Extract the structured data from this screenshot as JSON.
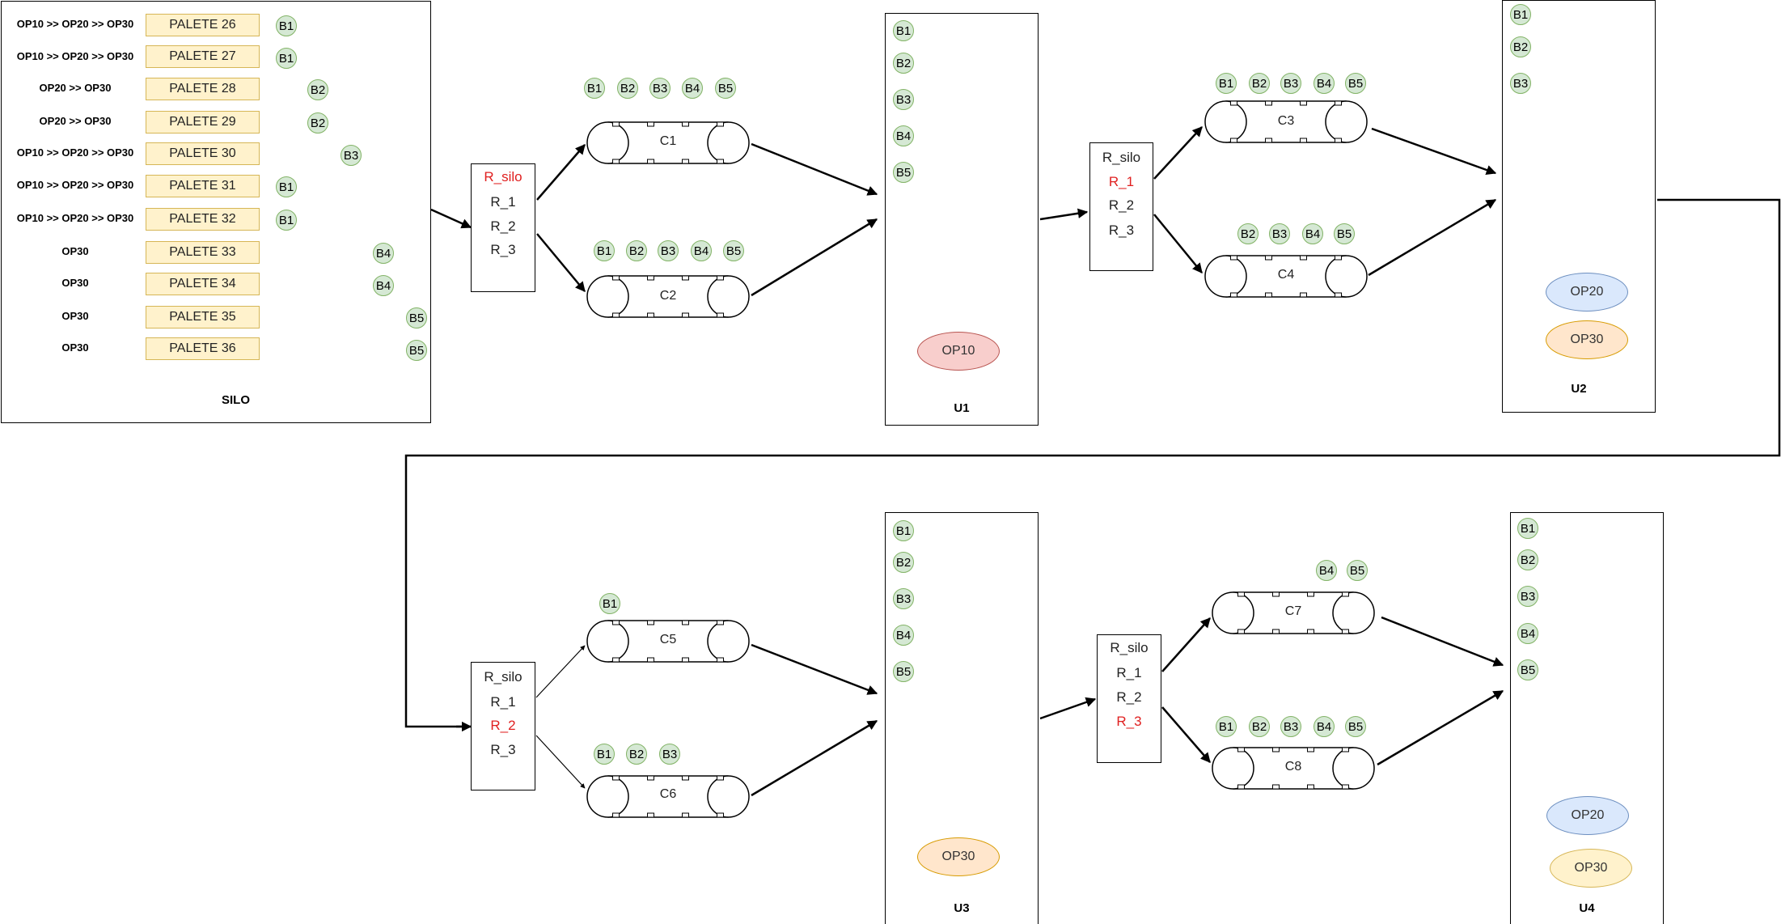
{
  "silo": {
    "title": "SILO",
    "rows": [
      {
        "sequence": "OP10 >> OP20 >> OP30",
        "palette": "PALETE 26",
        "buffer": "B1"
      },
      {
        "sequence": "OP10 >> OP20 >> OP30",
        "palette": "PALETE 27",
        "buffer": "B1"
      },
      {
        "sequence": "OP20 >> OP30",
        "palette": "PALETE 28",
        "buffer": "B2"
      },
      {
        "sequence": "OP20 >> OP30",
        "palette": "PALETE 29",
        "buffer": "B2"
      },
      {
        "sequence": "OP10 >> OP20 >> OP30",
        "palette": "PALETE 30",
        "buffer": "B3"
      },
      {
        "sequence": "OP10 >> OP20 >> OP30",
        "palette": "PALETE 31",
        "buffer": "B1"
      },
      {
        "sequence": "OP10 >> OP20 >> OP30",
        "palette": "PALETE 32",
        "buffer": "B1"
      },
      {
        "sequence": "OP30",
        "palette": "PALETE 33",
        "buffer": "B4"
      },
      {
        "sequence": "OP30",
        "palette": "PALETE 34",
        "buffer": "B4"
      },
      {
        "sequence": "OP30",
        "palette": "PALETE 35",
        "buffer": "B5"
      },
      {
        "sequence": "OP30",
        "palette": "PALETE 36",
        "buffer": "B5"
      }
    ]
  },
  "routers": [
    {
      "items": [
        "R_silo",
        "R_1",
        "R_2",
        "R_3"
      ],
      "active": "R_silo"
    },
    {
      "items": [
        "R_silo",
        "R_1",
        "R_2",
        "R_3"
      ],
      "active": "R_1"
    },
    {
      "items": [
        "R_silo",
        "R_1",
        "R_2",
        "R_3"
      ],
      "active": "R_2"
    },
    {
      "items": [
        "R_silo",
        "R_1",
        "R_2",
        "R_3"
      ],
      "active": "R_3"
    }
  ],
  "conveyors": [
    {
      "label": "C1",
      "buffers": [
        "B1",
        "B2",
        "B3",
        "B4",
        "B5"
      ]
    },
    {
      "label": "C2",
      "buffers": [
        "B1",
        "B2",
        "B3",
        "B4",
        "B5"
      ]
    },
    {
      "label": "C3",
      "buffers": [
        "B1",
        "B2",
        "B3",
        "B4",
        "B5"
      ]
    },
    {
      "label": "C4",
      "buffers": [
        "B2",
        "B3",
        "B4",
        "B5"
      ]
    },
    {
      "label": "C5",
      "buffers": [
        "B1"
      ]
    },
    {
      "label": "C6",
      "buffers": [
        "B1",
        "B2",
        "B3"
      ]
    },
    {
      "label": "C7",
      "buffers": [
        "B4",
        "B5"
      ]
    },
    {
      "label": "C8",
      "buffers": [
        "B1",
        "B2",
        "B3",
        "B4",
        "B5"
      ]
    }
  ],
  "units": [
    {
      "label": "U1",
      "buffers": [
        "B1",
        "B2",
        "B3",
        "B4",
        "B5"
      ],
      "ops": [
        {
          "label": "OP10",
          "fill": "#f8cecc",
          "stroke": "#b85450"
        }
      ]
    },
    {
      "label": "U2",
      "buffers": [
        "B1",
        "B2",
        "B3"
      ],
      "ops": [
        {
          "label": "OP20",
          "fill": "#dae8fc",
          "stroke": "#6c8ebf"
        },
        {
          "label": "OP30",
          "fill": "#ffe6cc",
          "stroke": "#d79b00"
        }
      ]
    },
    {
      "label": "U3",
      "buffers": [
        "B1",
        "B2",
        "B3",
        "B4",
        "B5"
      ],
      "ops": [
        {
          "label": "OP30",
          "fill": "#ffe6cc",
          "stroke": "#d79b00"
        }
      ]
    },
    {
      "label": "U4",
      "buffers": [
        "B1",
        "B2",
        "B3",
        "B4",
        "B5"
      ],
      "ops": [
        {
          "label": "OP20",
          "fill": "#dae8fc",
          "stroke": "#6c8ebf"
        },
        {
          "label": "OP30",
          "fill": "#fff2cc",
          "stroke": "#d6b656"
        }
      ]
    }
  ],
  "colors": {
    "active_router": "#e02020",
    "buffer_fill": "#d5e8d4",
    "buffer_stroke": "#82b366",
    "palette_fill": "#fff2cc",
    "palette_stroke": "#d6b656"
  }
}
